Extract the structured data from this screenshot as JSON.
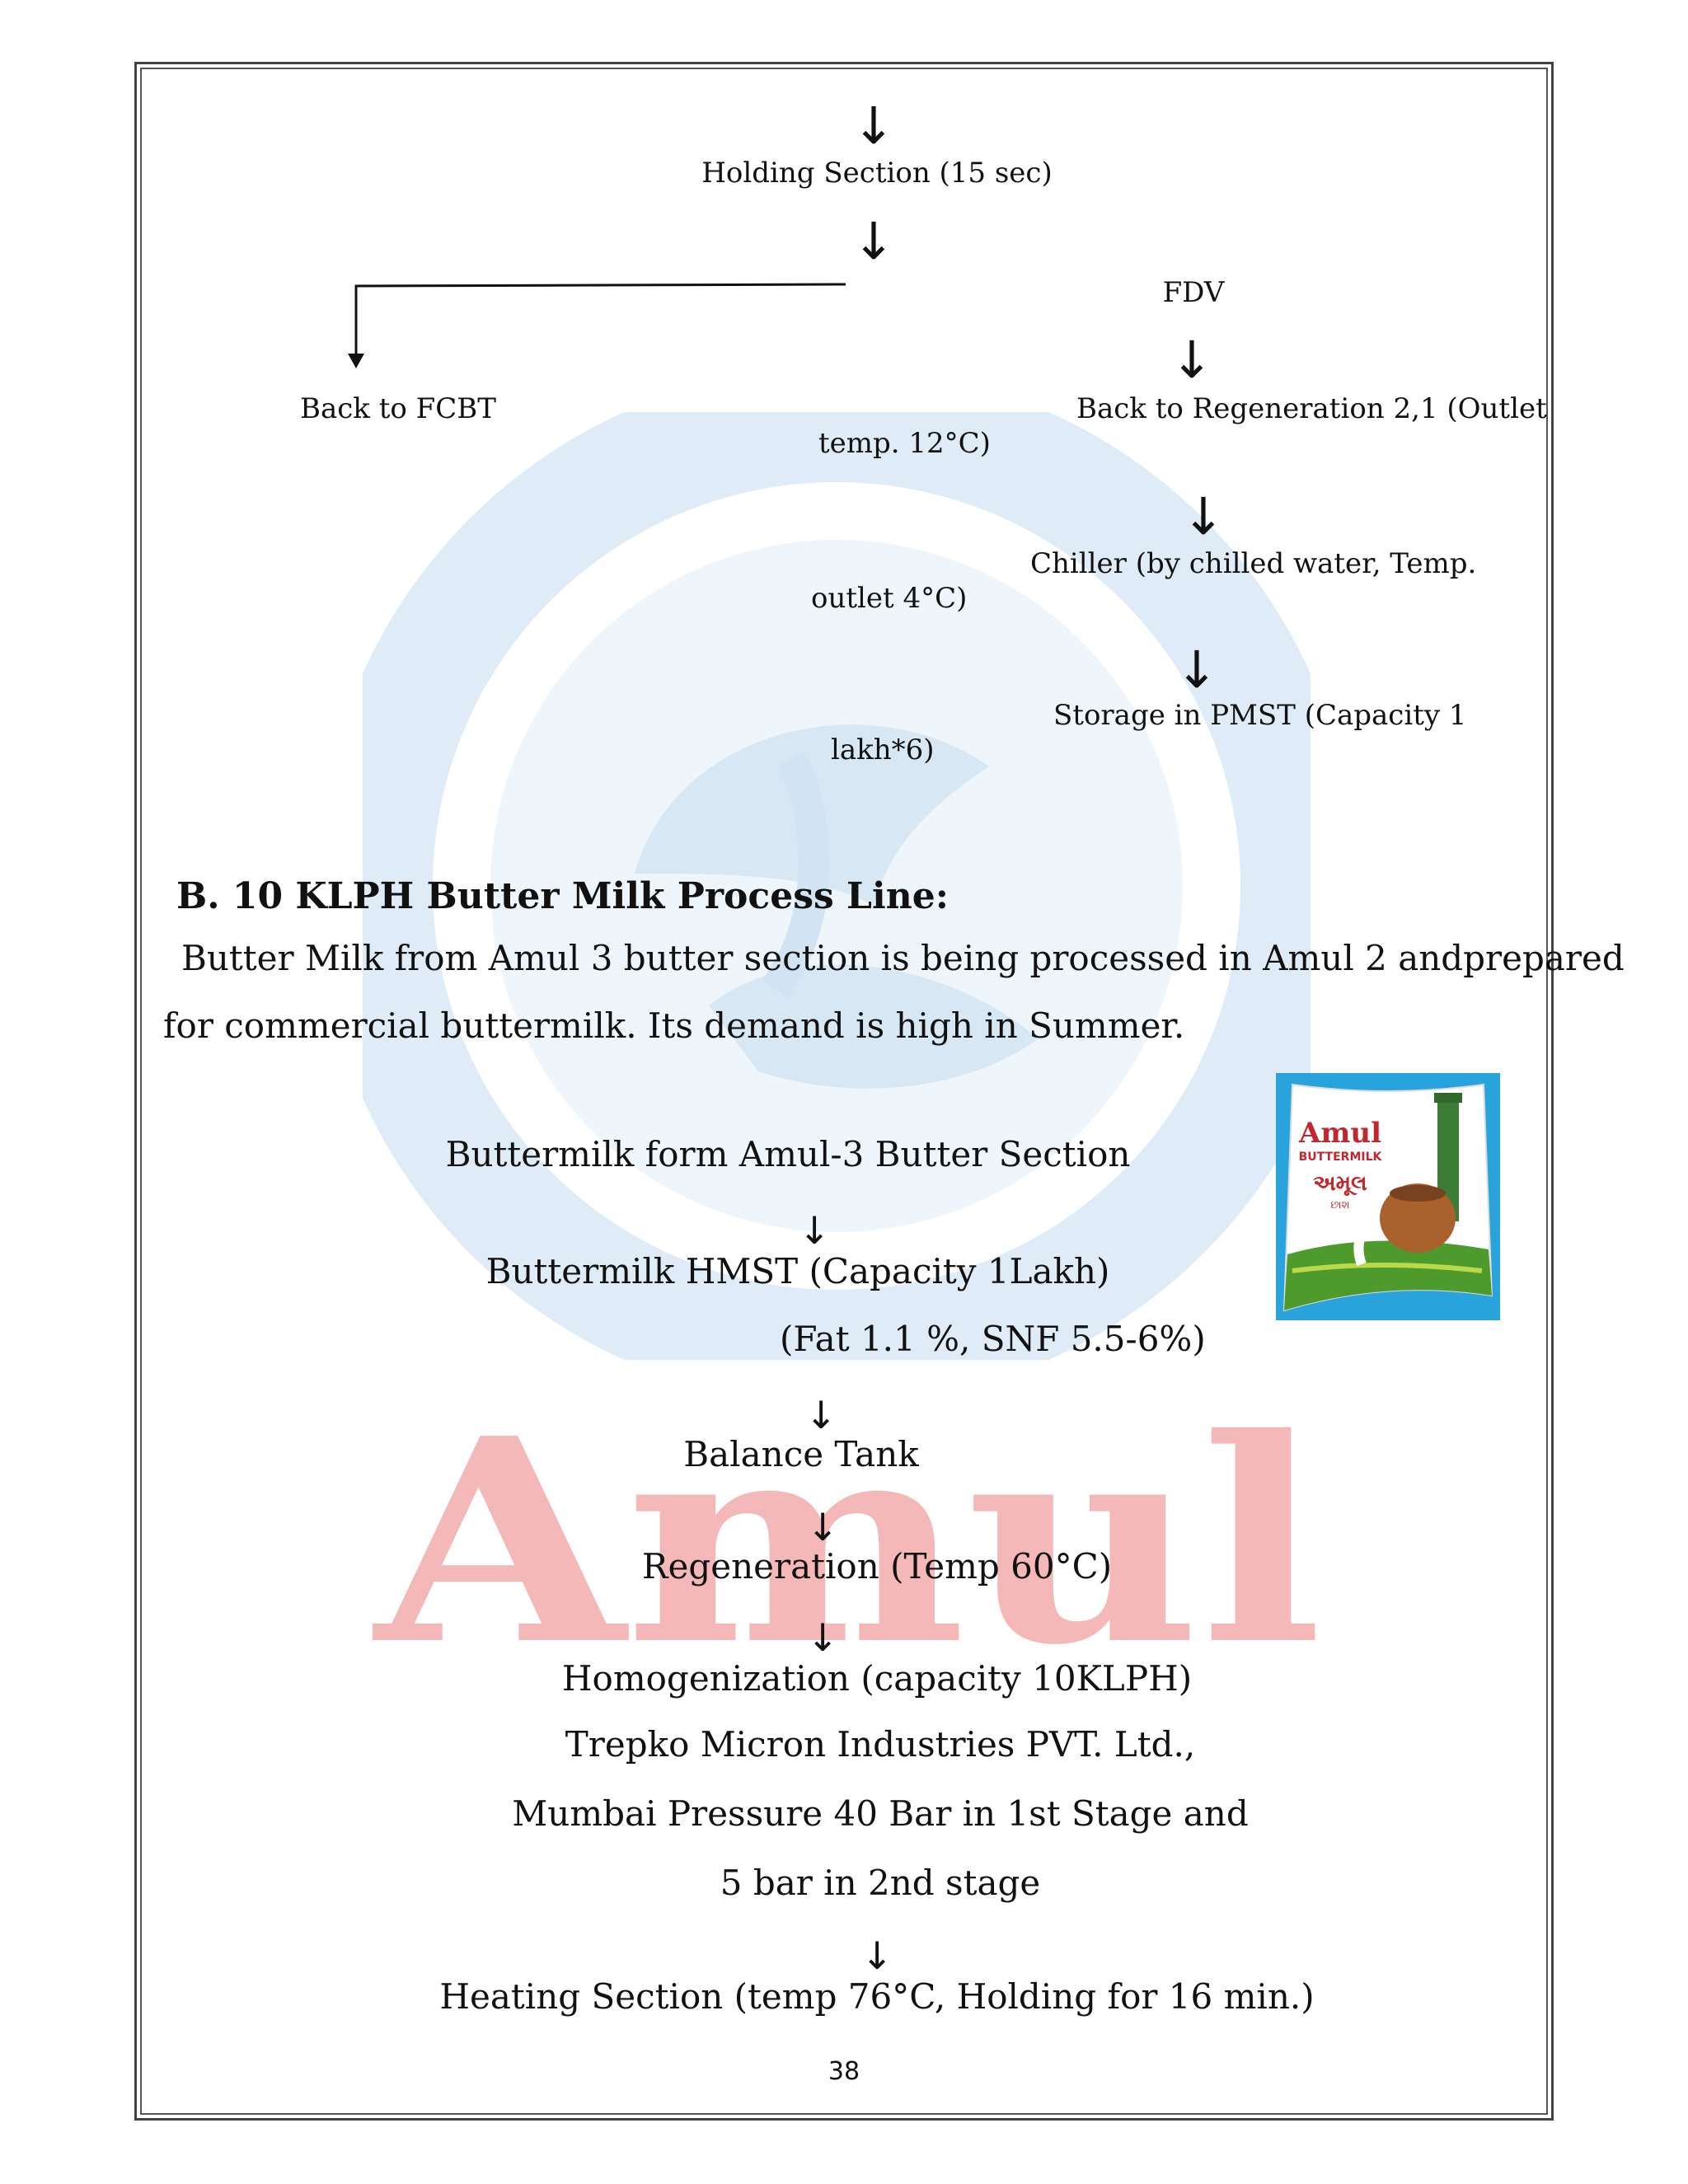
{
  "flow_top": {
    "holding": "Holding Section (15 sec)",
    "fdv": "FDV",
    "back_fcbt": "Back to FCBT",
    "back_regen": "Back to Regeneration 2,1 (Outlet",
    "back_regen_cont": "temp. 12°C)",
    "chiller": "Chiller (by chilled water, Temp.",
    "chiller_cont": "outlet 4°C)",
    "storage": "Storage in PMST (Capacity 1",
    "storage_cont": "lakh*6)"
  },
  "section_b": {
    "heading": "B. 10 KLPH Butter Milk Process Line:",
    "para_line1": "Butter Milk from Amul 3 butter section is being processed in Amul 2 andprepared",
    "para_line2": "for commercial buttermilk. Its demand is high in Summer."
  },
  "flow_bottom": {
    "step1": "Buttermilk form Amul-3 Butter Section",
    "step2": "Buttermilk HMST (Capacity 1Lakh)",
    "step2_detail": "(Fat 1.1 %, SNF 5.5-6%)",
    "step3": "Balance Tank",
    "step4": "Regeneration (Temp 60°C)",
    "step5": "Homogenization (capacity 10KLPH)",
    "step5_line2": "Trepko Micron Industries PVT. Ltd.,",
    "step5_line3": "Mumbai Pressure 40 Bar in 1st Stage and",
    "step5_line4": "5 bar in 2nd stage",
    "step6": "Heating Section (temp 76°C, Holding for 16 min.)"
  },
  "product_image": {
    "brand": "Amul",
    "label": "BUTTERMILK",
    "gujarati": "અમૂલ",
    "gujarati_small": "છાશ"
  },
  "watermark": {
    "word": "Amul"
  },
  "arrow_glyph": "↓",
  "page_number": "38"
}
